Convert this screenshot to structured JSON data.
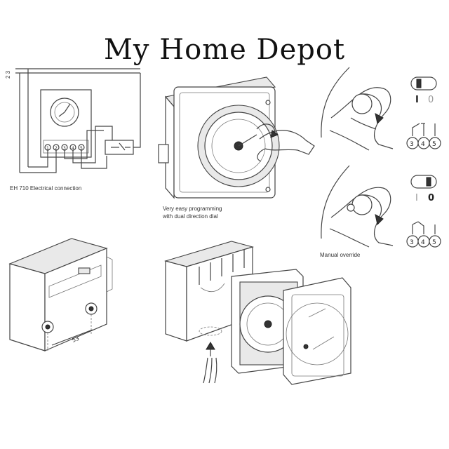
{
  "brand": "My Home Depot",
  "captions": {
    "electrical_connection": "EH 710 Electrical connection",
    "programming_line1": "Very easy programming",
    "programming_line2": "with dual direction dial",
    "manual_override": "Manual override"
  },
  "wiring_label": "2 3",
  "terminal_numbers": [
    "1",
    "2",
    "3",
    "4",
    "5"
  ],
  "dimension_label": "53",
  "override_states": [
    {
      "switch_mark_left": "I",
      "switch_mark_right": "0",
      "terminals": [
        "3",
        "4",
        "5"
      ]
    },
    {
      "switch_mark_left": "I",
      "switch_mark_right": "0",
      "terminals": [
        "3",
        "4",
        "5"
      ]
    }
  ]
}
